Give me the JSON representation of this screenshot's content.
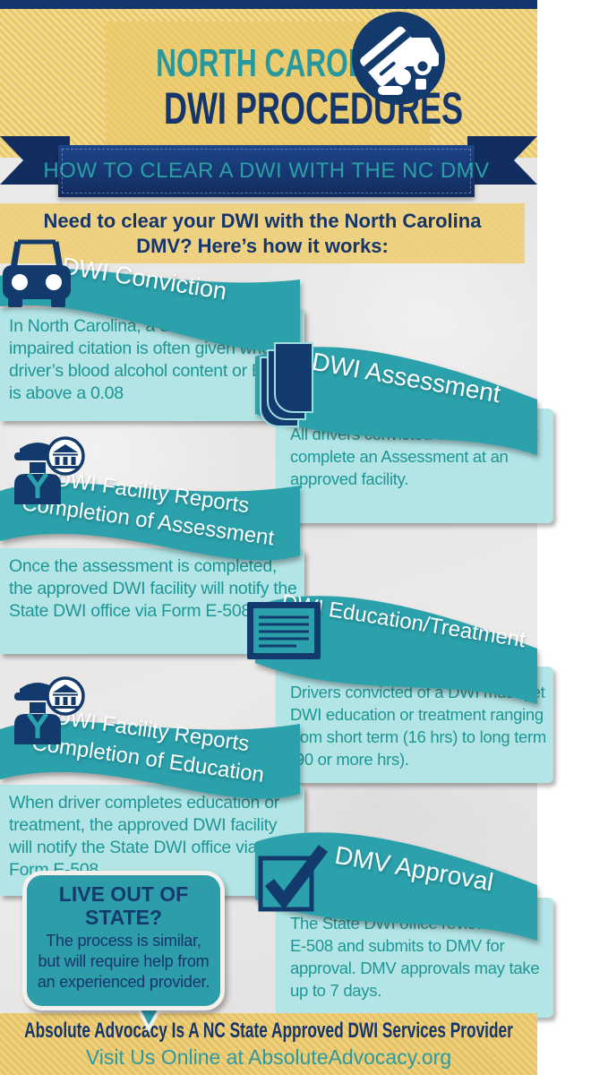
{
  "palette": {
    "navy": "#15356b",
    "teal": "#2ba1ac",
    "light_teal": "#b4e5e6",
    "gold": "#e9c868",
    "body_text_teal": "#1d9696"
  },
  "header": {
    "region": "NORTH CAROLINA",
    "title": "DWI PROCEDURES",
    "ribbon": "HOW TO CLEAR A DWI WITH THE NC DMV"
  },
  "intro": {
    "line1": "Need to clear your DWI with the North Carolina",
    "line2": "DMV? Here’s how it works:"
  },
  "steps": [
    {
      "id": "dwi-conviction",
      "side": "left",
      "icon": "car-icon",
      "title_lines": [
        "DWI Conviction"
      ],
      "body": "In North Carolina, a driving while impaired citation is often given when a driver’s blood alcohol content or BAC is above a 0.08"
    },
    {
      "id": "dwi-assessment",
      "side": "right",
      "icon": "pages-icon",
      "title_lines": [
        "DWI Assessment"
      ],
      "body": "All drivers convicted of a DWI must complete an Assessment at an approved facility."
    },
    {
      "id": "facility-reports-assessment",
      "side": "left",
      "icon": "officer-icon, bank-icon",
      "title_lines": [
        "DWI Facility Reports",
        "Completion of Assessment"
      ],
      "body": "Once the assessment is completed, the approved DWI facility will notify the State DWI office via Form E-508."
    },
    {
      "id": "dwi-education-treatment",
      "side": "right",
      "icon": "lined-board-icon",
      "title_lines": [
        "DWI Education/Treatment"
      ],
      "body": "Drivers convicted of a DWI must get DWI education or treatment ranging from short term (16 hrs) to long term (90 or more hrs)."
    },
    {
      "id": "facility-reports-education",
      "side": "left",
      "icon": "officer-icon, bank-icon",
      "title_lines": [
        "DWI Facility Reports",
        "Completion of Education"
      ],
      "body": "When driver completes education or treatment, the approved DWI facility will notify the State DWI office via Form E-508."
    },
    {
      "id": "dmv-approval",
      "side": "right",
      "icon": "checkbox-icon",
      "title_lines": [
        "DMV Approval"
      ],
      "body": "The State DWI office reviews Form E-508 and submits to DMV for approval. DMV approvals may take up to 7 days."
    }
  ],
  "callout": {
    "heading": "LIVE OUT OF STATE?",
    "body": "The process is similar, but will require help from an experienced provider."
  },
  "footer": {
    "line1": "Absolute Advocacy Is A NC State Approved DWI Services Provider",
    "line2": "Visit Us Online at AbsoluteAdvocacy.org"
  }
}
